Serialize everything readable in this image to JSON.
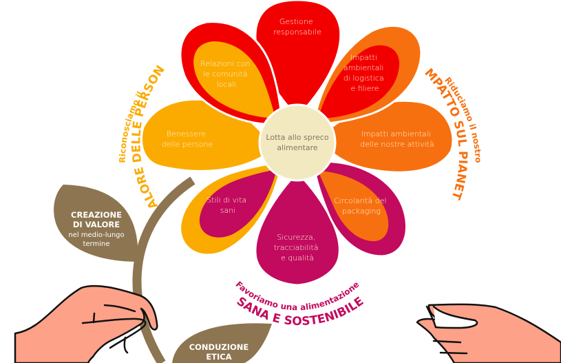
{
  "colors": {
    "red": "#f20000",
    "orange": "#f7700f",
    "amber": "#fbab00",
    "magenta": "#c20a5e",
    "cream": "#f3e9c1",
    "stem": "#8c7550",
    "skin": "#fda188",
    "center_text": "#8a7560"
  },
  "center": {
    "line1": "Lotta allo spreco",
    "line2": "alimentare"
  },
  "petals": [
    {
      "lines": [
        "Gestione",
        "responsabile"
      ]
    },
    {
      "lines": [
        "Impatti",
        "ambientali",
        "di logistica",
        "e filiere"
      ]
    },
    {
      "lines": [
        "Impatti ambientali",
        "delle nostre attività"
      ]
    },
    {
      "lines": [
        "Circolarità del",
        "packaging"
      ]
    },
    {
      "lines": [
        "Sicurezza,",
        "tracciabilità",
        "e qualità"
      ]
    },
    {
      "lines": [
        "Stili di vita",
        "sani"
      ]
    },
    {
      "lines": [
        "Benessere",
        "delle persone"
      ]
    },
    {
      "lines": [
        "Relazioni con",
        "le comunità",
        "locali"
      ]
    }
  ],
  "arcs": {
    "left": {
      "small": "Riconosciamo il",
      "big": "VALORE DELLE PERSONE"
    },
    "right": {
      "small": "Riduciamo il nostro",
      "big": "IMPATTO SUL PIANETA"
    },
    "bottom": {
      "small": "Favoriamo una alimentazione",
      "big": "SANA E SOSTENIBILE"
    }
  },
  "leaves": {
    "left": {
      "title1": "CREAZIONE",
      "title2": "DI VALORE",
      "sub1": "nel medio-lungo",
      "sub2": "termine"
    },
    "bottom": {
      "title1": "CONDUZIONE",
      "title2": "ETICA"
    }
  }
}
